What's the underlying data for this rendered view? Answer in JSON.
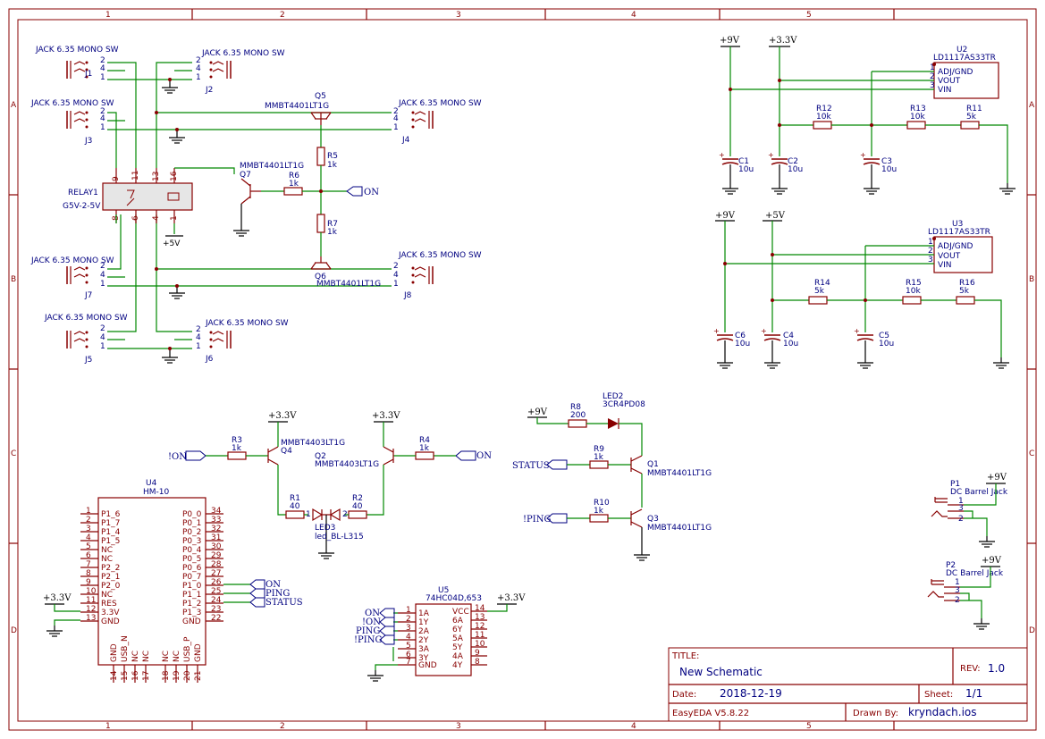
{
  "frame": {
    "cols": [
      "1",
      "2",
      "3",
      "4",
      "5"
    ],
    "rows": [
      "A",
      "B",
      "C",
      "D"
    ]
  },
  "title_block": {
    "title_label": "TITLE:",
    "title": "New Schematic",
    "rev_label": "REV:",
    "rev": "1.0",
    "date_label": "Date:",
    "date": "2018-12-19",
    "sheet_label": "Sheet:",
    "sheet": "1/1",
    "tool": "EasyEDA V5.8.22",
    "drawn_label": "Drawn By:",
    "drawn_by": "kryndach.ios"
  },
  "jacks": {
    "type": "JACK 6.35 MONO SW",
    "j1": "J1",
    "j2": "J2",
    "j3": "J3",
    "j4": "J4",
    "j5": "J5",
    "j6": "J6",
    "j7": "J7",
    "j8": "J8",
    "pin1": "1",
    "pin2": "2",
    "pin4": "4"
  },
  "relay": {
    "ref": "RELAY1",
    "value": "G5V-2-5V",
    "p9": "9",
    "p11": "11",
    "p13": "13",
    "p16": "16",
    "p8": "8",
    "p6": "6",
    "p4": "4",
    "p1": "1",
    "supply": "+5V"
  },
  "transistors": {
    "q5_ref": "Q5",
    "q5_val": "MMBT4401LT1G",
    "q6_ref": "Q6",
    "q6_val": "MMBT4401LT1G",
    "q7_ref": "Q7",
    "q7_val": "MMBT4401LT1G",
    "q4_ref": "Q4",
    "q4_val": "MMBT4403LT1G",
    "q2_ref": "Q2",
    "q2_val": "MMBT4403LT1G",
    "q1_ref": "Q1",
    "q1_val": "MMBT4401LT1G",
    "q3_ref": "Q3",
    "q3_val": "MMBT4401LT1G"
  },
  "resistors": {
    "r5": "R5",
    "r5v": "1k",
    "r6": "R6",
    "r6v": "1k",
    "r7": "R7",
    "r7v": "1k",
    "r3": "R3",
    "r3v": "1k",
    "r4": "R4",
    "r4v": "1k",
    "r1": "R1",
    "r1v": "40",
    "r2": "R2",
    "r2v": "40",
    "r8": "R8",
    "r8v": "200",
    "r9": "R9",
    "r9v": "1k",
    "r10": "R10",
    "r10v": "1k",
    "r12": "R12",
    "r12v": "10k",
    "r13": "R13",
    "r13v": "10k",
    "r11": "R11",
    "r11v": "5k",
    "r14": "R14",
    "r14v": "5k",
    "r15": "R15",
    "r15v": "10k",
    "r16": "R16",
    "r16v": "5k"
  },
  "capacitors": {
    "c1": "C1",
    "c2": "C2",
    "c3": "C3",
    "c4": "C4",
    "c5": "C5",
    "c6": "C6",
    "val": "10u"
  },
  "regulators": {
    "u2": "U2",
    "u3": "U3",
    "val": "LD1117AS33TR",
    "adj": "ADJ/GND",
    "vout": "VOUT",
    "vin": "VIN",
    "p1": "1",
    "p2": "2",
    "p3": "3"
  },
  "leds": {
    "led2": "LED2",
    "led2v": "3CR4PD08",
    "led3": "LED3",
    "led3v": "led_BL-L315",
    "p1": "1",
    "p2": "2"
  },
  "power": {
    "v9": "+9V",
    "v33": "+3.3V",
    "v5": "+5V"
  },
  "nets": {
    "on": "ON",
    "non": "!ON",
    "ping": "PING",
    "nping": "!PING",
    "status": "STATUS"
  },
  "barrel": {
    "p1": "P1",
    "p2": "P2",
    "val": "DC Barrel Jack",
    "n1": "1",
    "n2": "2",
    "n3": "3"
  },
  "hm10": {
    "ref": "U4",
    "val": "HM-10",
    "left": [
      {
        "n": "1",
        "l": "P1_6"
      },
      {
        "n": "2",
        "l": "P1_7"
      },
      {
        "n": "3",
        "l": "P1_4"
      },
      {
        "n": "4",
        "l": "P1_5"
      },
      {
        "n": "5",
        "l": "NC"
      },
      {
        "n": "6",
        "l": "NC"
      },
      {
        "n": "7",
        "l": "P2_2"
      },
      {
        "n": "8",
        "l": "P2_1"
      },
      {
        "n": "9",
        "l": "P2_0"
      },
      {
        "n": "10",
        "l": "NC"
      },
      {
        "n": "11",
        "l": "RES"
      },
      {
        "n": "12",
        "l": "3.3V"
      },
      {
        "n": "13",
        "l": "GND"
      }
    ],
    "right": [
      {
        "n": "34",
        "l": "P0_0"
      },
      {
        "n": "33",
        "l": "P0_1"
      },
      {
        "n": "32",
        "l": "P0_2"
      },
      {
        "n": "31",
        "l": "P0_3"
      },
      {
        "n": "30",
        "l": "P0_4"
      },
      {
        "n": "29",
        "l": "P0_5"
      },
      {
        "n": "28",
        "l": "P0_6"
      },
      {
        "n": "27",
        "l": "P0_7"
      },
      {
        "n": "26",
        "l": "P1_0"
      },
      {
        "n": "25",
        "l": "P1_1"
      },
      {
        "n": "24",
        "l": "P1_2"
      },
      {
        "n": "23",
        "l": "P1_3"
      },
      {
        "n": "22",
        "l": "GND"
      }
    ],
    "bottom": [
      {
        "n": "14",
        "l": "GND"
      },
      {
        "n": "15",
        "l": "USB_N"
      },
      {
        "n": "16",
        "l": "NC"
      },
      {
        "n": "17",
        "l": "NC"
      },
      {
        "n": "18",
        "l": "NC"
      },
      {
        "n": "19",
        "l": "NC"
      },
      {
        "n": "20",
        "l": "USB_P"
      },
      {
        "n": "21",
        "l": "GND"
      }
    ]
  },
  "u5": {
    "ref": "U5",
    "val": "74HC04D,653",
    "left": [
      {
        "n": "1",
        "l": "1A"
      },
      {
        "n": "2",
        "l": "1Y"
      },
      {
        "n": "3",
        "l": "2A"
      },
      {
        "n": "4",
        "l": "2Y"
      },
      {
        "n": "5",
        "l": "3A"
      },
      {
        "n": "6",
        "l": "3Y"
      },
      {
        "n": "7",
        "l": "GND"
      }
    ],
    "right": [
      {
        "n": "14",
        "l": "VCC"
      },
      {
        "n": "13",
        "l": "6A"
      },
      {
        "n": "12",
        "l": "6Y"
      },
      {
        "n": "11",
        "l": "5A"
      },
      {
        "n": "10",
        "l": "5Y"
      },
      {
        "n": "9",
        "l": "4A"
      },
      {
        "n": "8",
        "l": "4Y"
      }
    ]
  }
}
